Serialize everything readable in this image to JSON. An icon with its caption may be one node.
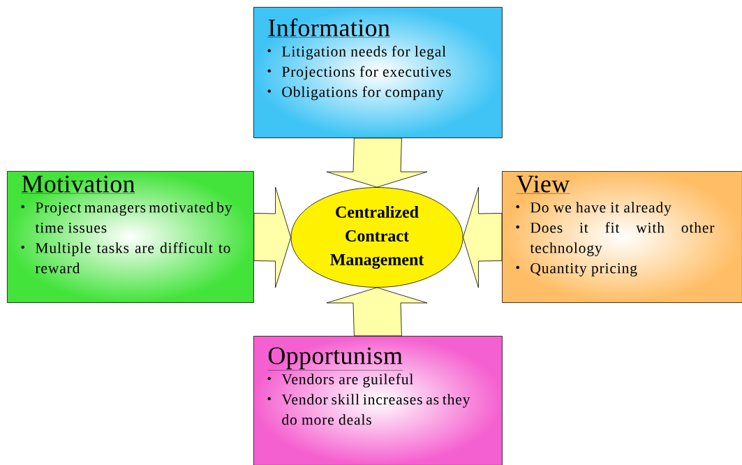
{
  "diagram": {
    "nodes": [
      {
        "text": [
          "Information",
          "Litigation needs for legal",
          "Projections for executives",
          "Obligations for company"
        ]
      },
      {
        "text": [
          "Motivation",
          "Project managers motivated by time issues",
          "Multiple tasks are difficult to reward"
        ]
      },
      {
        "text": [
          "Centralized Contract Management"
        ]
      },
      {
        "text": [
          "View",
          "Do we have it already",
          "Does it fit with other technology",
          "Quantity pricing"
        ]
      },
      {
        "text": [
          "Opportunism",
          "Vendors are guileful",
          "Vendor skill increases as they do more deals"
        ]
      }
    ],
    "edges": [
      {
        "from": 0,
        "to": 2,
        "arrow": "to"
      },
      {
        "from": 1,
        "to": 2,
        "arrow": "to"
      },
      {
        "from": 3,
        "to": 2,
        "arrow": "to"
      },
      {
        "from": 4,
        "to": 2,
        "arrow": "to"
      }
    ]
  }
}
